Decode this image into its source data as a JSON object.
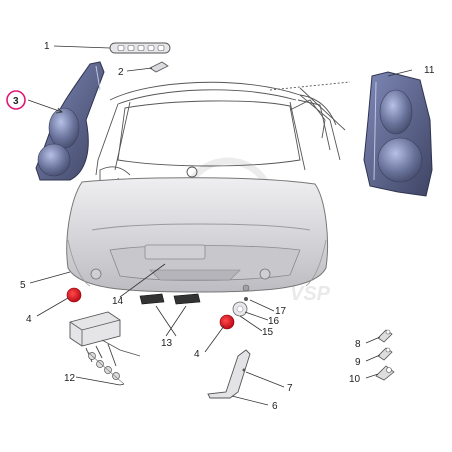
{
  "diagram": {
    "callouts": [
      {
        "id": "c1",
        "label": "1"
      },
      {
        "id": "c2",
        "label": "2"
      },
      {
        "id": "c3",
        "label": "3"
      },
      {
        "id": "c4a",
        "label": "4"
      },
      {
        "id": "c4b",
        "label": "4"
      },
      {
        "id": "c5",
        "label": "5"
      },
      {
        "id": "c6",
        "label": "6"
      },
      {
        "id": "c7",
        "label": "7"
      },
      {
        "id": "c8",
        "label": "8"
      },
      {
        "id": "c9",
        "label": "9"
      },
      {
        "id": "c10",
        "label": "10"
      },
      {
        "id": "c11",
        "label": "11"
      },
      {
        "id": "c12",
        "label": "12"
      },
      {
        "id": "c13",
        "label": "13"
      },
      {
        "id": "c14",
        "label": "14"
      },
      {
        "id": "c15",
        "label": "15"
      },
      {
        "id": "c16",
        "label": "16"
      },
      {
        "id": "c17",
        "label": "17"
      }
    ],
    "watermark": "VSP",
    "colors": {
      "panel_fill": "#5a6080",
      "panel_highlight": "#9aa6d0",
      "bumper_fill": "#d9d9dc",
      "reflector_red": "#d8101a",
      "highlight_circle": "#e0177a",
      "line": "#444444"
    }
  }
}
